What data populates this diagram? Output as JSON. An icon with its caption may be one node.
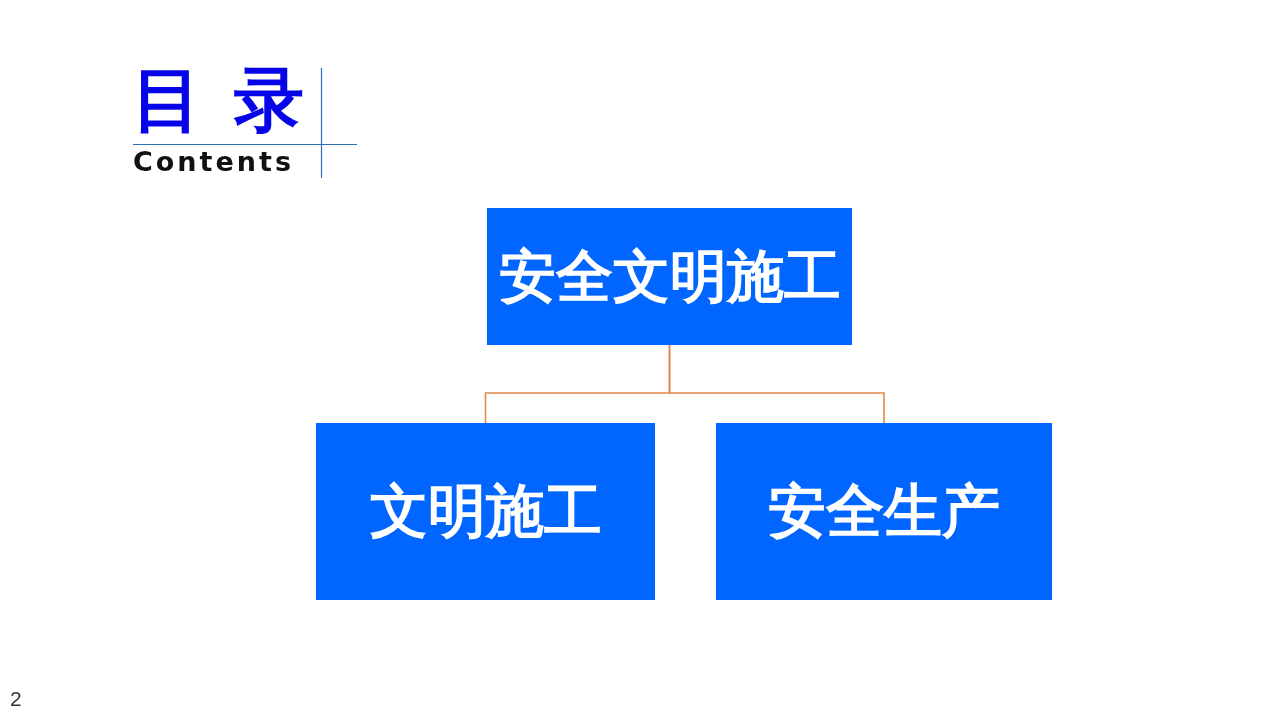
{
  "diagram": {
    "title": "目 录",
    "nodes": [
      {
        "text": [
          "安全文明施工"
        ]
      },
      {
        "text": [
          "文明施工"
        ]
      },
      {
        "text": [
          "安全生产"
        ]
      }
    ],
    "edges": [
      {
        "from": 0,
        "to": 1,
        "arrow": "none"
      },
      {
        "from": 0,
        "to": 2,
        "arrow": "none"
      }
    ],
    "labels": [
      "Contents",
      "2"
    ]
  }
}
